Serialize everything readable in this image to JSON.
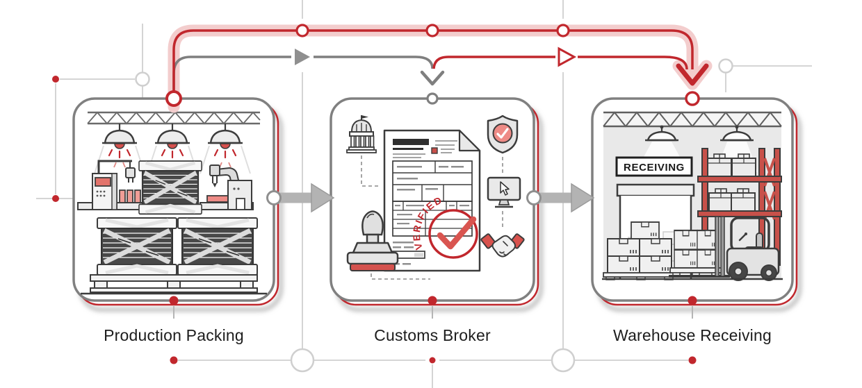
{
  "stages": [
    {
      "id": "production-packing",
      "label": "Production Packing",
      "icons": [
        "roof-truss-icon",
        "factory-lamp-icon",
        "packing-machine-icon",
        "plug-icon",
        "fabric-roll-icon",
        "robot-arm-icon",
        "pallet-icon"
      ]
    },
    {
      "id": "customs-broker",
      "label": "Customs Broker",
      "stamp_text": "VERIFIED",
      "icons": [
        "government-building-icon",
        "customs-form-icon",
        "verified-stamp-icon",
        "rubber-stamp-icon",
        "shield-check-icon",
        "monitor-cursor-icon",
        "handshake-icon"
      ]
    },
    {
      "id": "warehouse-receiving",
      "label": "Warehouse Receiving",
      "sign_text": "RECEIVING",
      "icons": [
        "roof-truss-icon",
        "warehouse-lamp-icon",
        "receiving-sign-icon",
        "roller-door-icon",
        "pallet-rack-icon",
        "box-stack-icon",
        "forklift-icon"
      ]
    }
  ],
  "flows": [
    {
      "from": "production-packing",
      "to": "warehouse-receiving",
      "color": "#c1272d",
      "style": "bold-highlighted"
    },
    {
      "from": "production-packing",
      "to": "customs-broker",
      "color": "#7f7f7f",
      "style": "plain"
    },
    {
      "from": "customs-broker",
      "to": "warehouse-receiving",
      "color": "#c1272d",
      "style": "plain"
    }
  ],
  "colors": {
    "accent_red": "#c1272d",
    "halo_pink": "#f3cdcd",
    "connector_gray": "#7f7f7f",
    "panel_border_gray": "#808080",
    "block_arrow_gray": "#b3b3b3",
    "background_line_gray": "#cfcfcf",
    "illustration_outline": "#3c3c3c",
    "illustration_fill_light": "#ececec",
    "salmon_red": "#ee8b86",
    "rack_red": "#c8514a",
    "text_color": "#1d1d1d"
  }
}
